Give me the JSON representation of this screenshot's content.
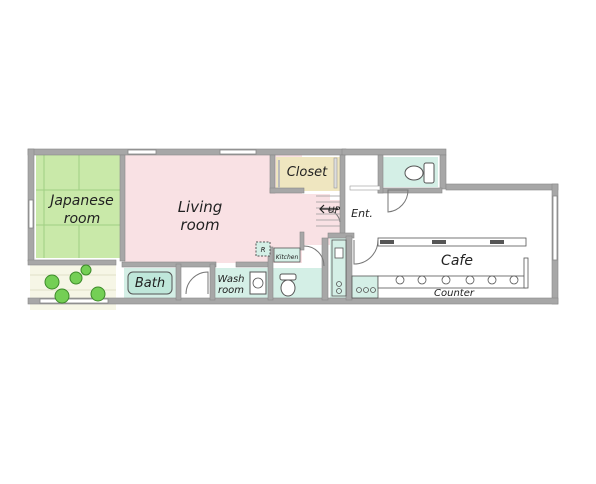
{
  "rooms": {
    "japanese_line1": "Japanese",
    "japanese_line2": "room",
    "living_line1": "Living",
    "living_line2": "room",
    "closet": "Closet",
    "bath": "Bath",
    "wash_line1": "Wash",
    "wash_line2": "room",
    "kitchen": "Kitchen",
    "fridge": "R",
    "cafe": "Cafe",
    "counter": "Counter",
    "entrance": "Ent.",
    "stairs": "UP"
  },
  "colors": {
    "wall": "#a7a7a7",
    "japanese": "#c9e9a9",
    "living": "#f9e1e4",
    "closet": "#efe6c0",
    "wet": "#d4efe6",
    "balcony": "#f6f6e6",
    "tree": "#74cf55",
    "cafe": "#ffffff"
  }
}
